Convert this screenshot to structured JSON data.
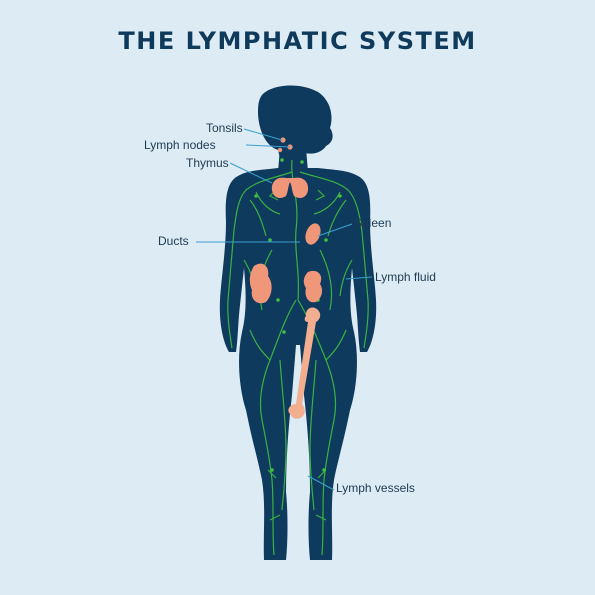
{
  "title": "THE LYMPHATIC SYSTEM",
  "labels": {
    "tonsils": "Tonsils",
    "lymph_nodes": "Lymph nodes",
    "thymus": "Thymus",
    "ducts": "Ducts",
    "spleen": "Spleen",
    "lymph_fluid": "Lymph fluid",
    "lymph_vessels": "Lymph vessels"
  },
  "colors": {
    "background": "#dcebf4",
    "silhouette": "#0e3a5d",
    "vessels": "#3fbf3f",
    "organs": "#f0977a",
    "bone": "#f3ad8f",
    "leader_lines": "#3a9fd0",
    "title": "#0f3a5c"
  }
}
